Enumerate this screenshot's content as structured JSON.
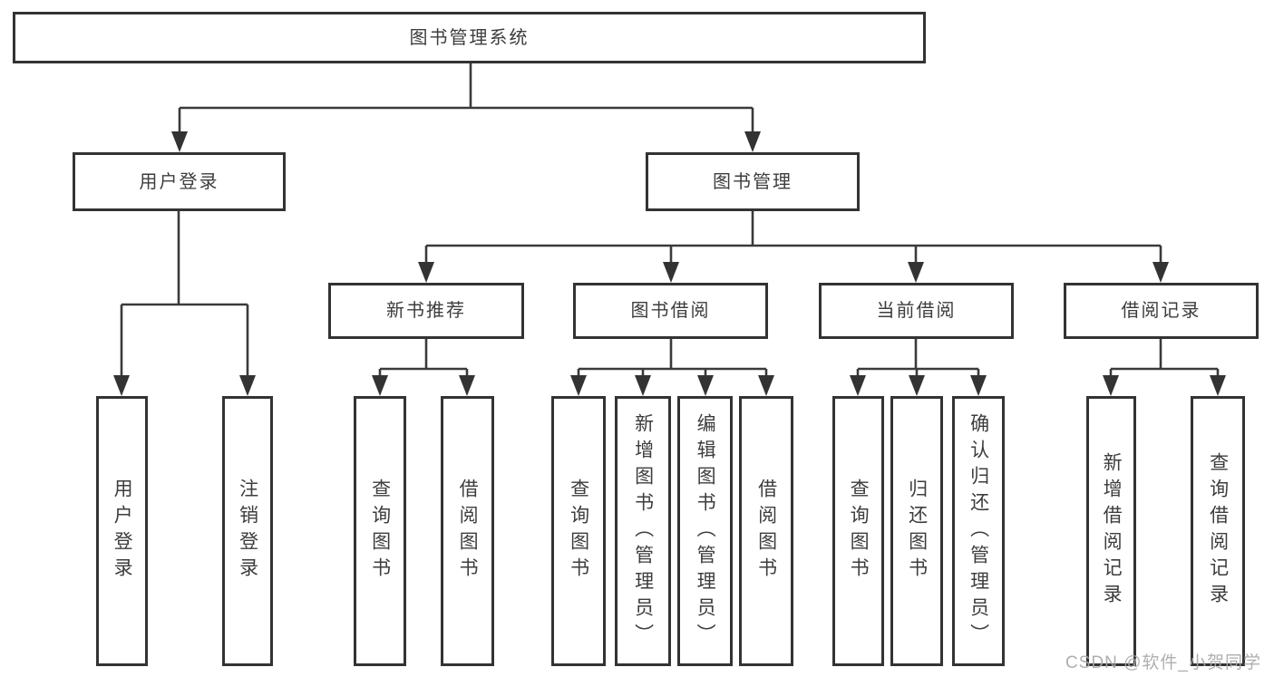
{
  "diagram_type": "hierarchy-tree",
  "tree": {
    "label": "图书管理系统",
    "children": [
      {
        "label": "用户登录",
        "children": [
          {
            "label": "用户登录"
          },
          {
            "label": "注销登录"
          }
        ]
      },
      {
        "label": "图书管理",
        "children": [
          {
            "label": "新书推荐",
            "children": [
              {
                "label": "查询图书"
              },
              {
                "label": "借阅图书"
              }
            ]
          },
          {
            "label": "图书借阅",
            "children": [
              {
                "label": "查询图书"
              },
              {
                "label": "新增图书（管理员）"
              },
              {
                "label": "编辑图书（管理员）"
              },
              {
                "label": "借阅图书"
              }
            ]
          },
          {
            "label": "当前借阅",
            "children": [
              {
                "label": "查询图书"
              },
              {
                "label": "归还图书"
              },
              {
                "label": "确认归还（管理员）"
              }
            ]
          },
          {
            "label": "借阅记录",
            "children": [
              {
                "label": "新增借阅记录"
              },
              {
                "label": "查询借阅记录"
              }
            ]
          }
        ]
      }
    ]
  },
  "watermark": "CSDN @软件_小贺同学",
  "colors": {
    "line": "#3a3a3a",
    "border": "#333333",
    "text": "#3d3d3d",
    "watermark": "#a8a8a8",
    "background": "#ffffff"
  }
}
